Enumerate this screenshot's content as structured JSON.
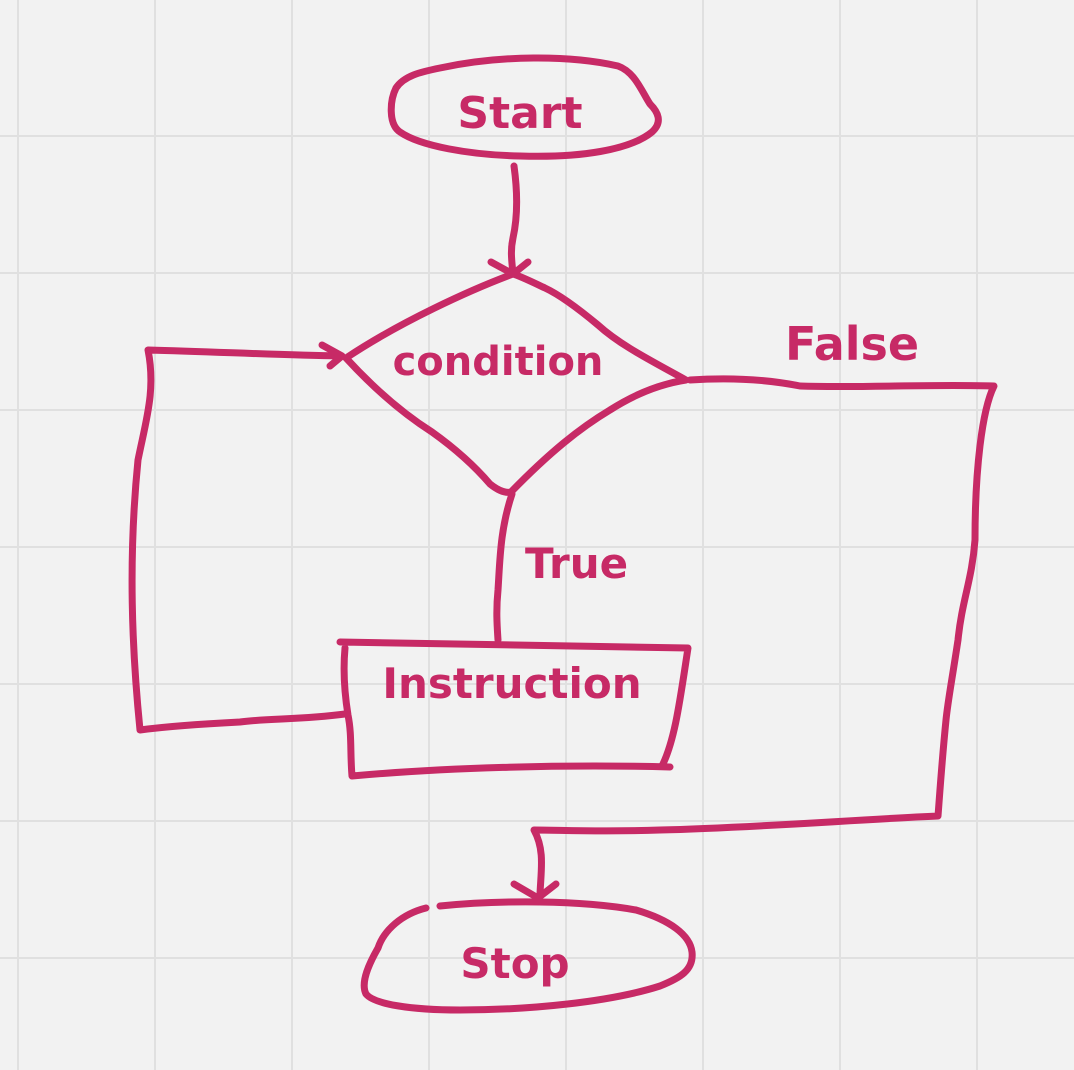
{
  "diagram": {
    "type": "flowchart",
    "style": "hand-drawn",
    "stroke_color": "#c72a66",
    "background_color": "#f2f2f2",
    "grid_color": "#e0e0e0",
    "nodes": {
      "start": {
        "label": "Start",
        "shape": "terminator"
      },
      "condition": {
        "label": "condition",
        "shape": "decision"
      },
      "instruction": {
        "label": "Instruction",
        "shape": "process"
      },
      "stop": {
        "label": "Stop",
        "shape": "terminator"
      }
    },
    "edges": [
      {
        "from": "start",
        "to": "condition",
        "label": ""
      },
      {
        "from": "condition",
        "to": "instruction",
        "label": "True"
      },
      {
        "from": "instruction",
        "to": "condition",
        "label": ""
      },
      {
        "from": "condition",
        "to": "stop",
        "label": "False"
      }
    ]
  }
}
